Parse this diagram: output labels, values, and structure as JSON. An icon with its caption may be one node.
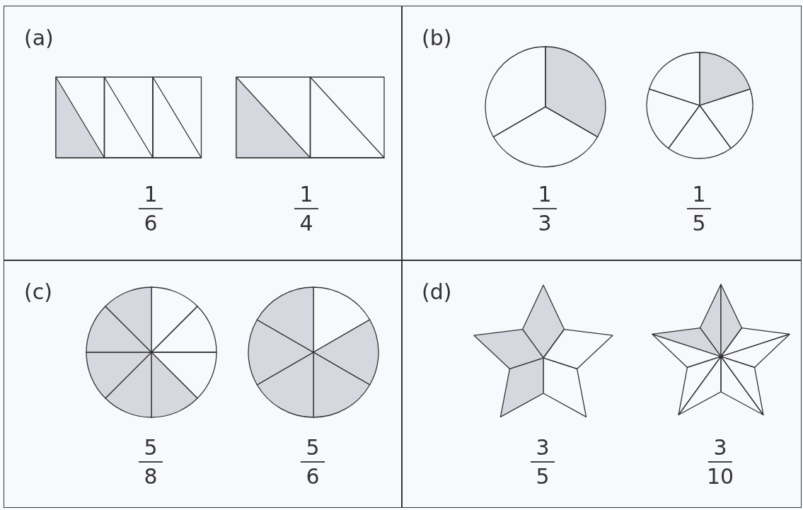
{
  "diagram": {
    "nodes": [
      {
        "text": [
          "(a)"
        ]
      },
      {
        "text": [
          "(b)"
        ]
      },
      {
        "text": [
          "(c)"
        ]
      },
      {
        "text": [
          "(d)"
        ]
      }
    ],
    "labels": [
      "1",
      "6",
      "1",
      "4",
      "1",
      "3",
      "1",
      "5",
      "5",
      "8",
      "5",
      "6",
      "3",
      "5",
      "3",
      "10"
    ]
  }
}
